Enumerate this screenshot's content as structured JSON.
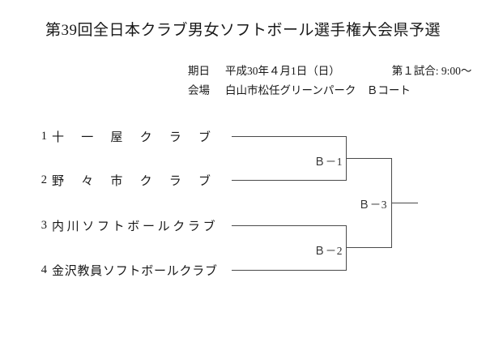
{
  "document": {
    "title": "第39回全日本クラブ男女ソフトボール選手権大会県予選"
  },
  "meta": {
    "date_label": "期日",
    "date_value": "平成30年４月1日（日）",
    "first_game": "第１試合: 9:00〜",
    "venue_label": "会場",
    "venue_value": "白山市松任グリーンパーク　Ｂコート"
  },
  "bracket": {
    "teams": [
      {
        "seed": "1",
        "name": "十一屋クラブ"
      },
      {
        "seed": "2",
        "name": "野々市クラブ"
      },
      {
        "seed": "3",
        "name": "内川ソフトボールクラブ"
      },
      {
        "seed": "4",
        "name": "金沢教員ソフトボールクラブ"
      }
    ],
    "matches": [
      {
        "label": "Ｂ－1"
      },
      {
        "label": "Ｂ－2"
      },
      {
        "label": "Ｂ－3"
      }
    ]
  },
  "colors": {
    "text": "#181818",
    "line": "#4a4a4a",
    "background": "#ffffff"
  }
}
